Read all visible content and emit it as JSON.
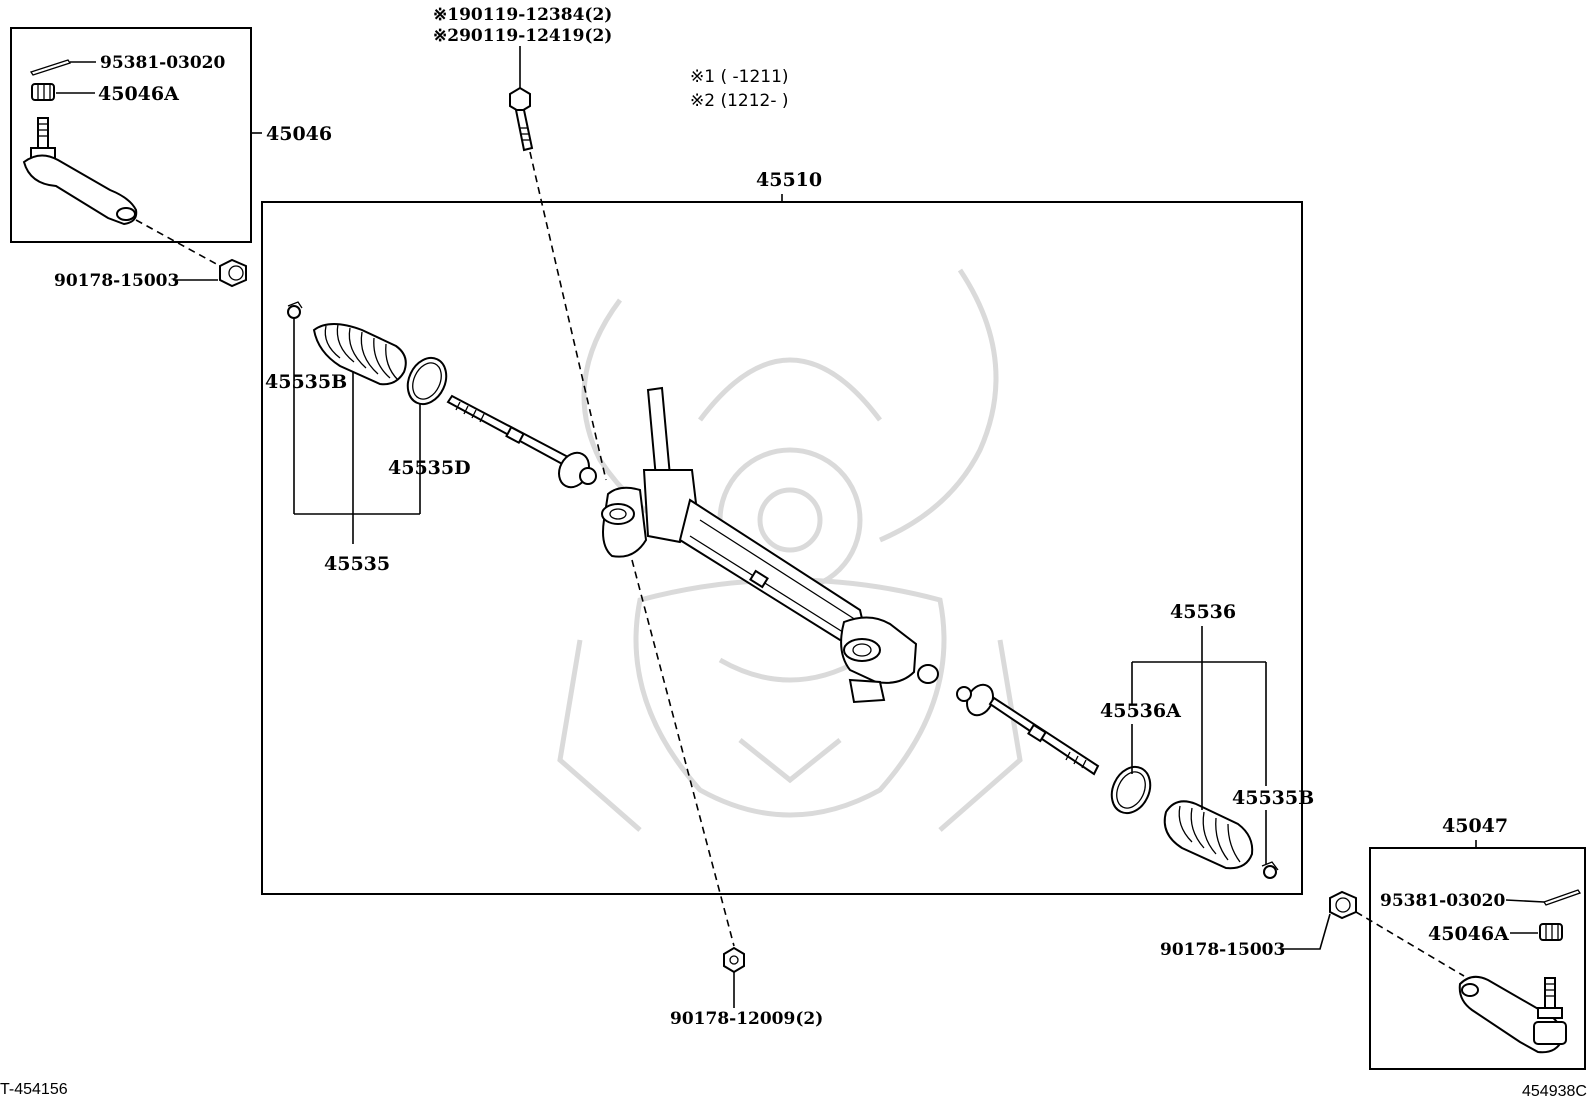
{
  "bolt_labels": {
    "variant1": "※190119-12384(2)",
    "variant2": "※290119-12419(2)"
  },
  "notes": {
    "note1": "※1 (     -1211)",
    "note2": "※2 (1212-      )"
  },
  "assembly": {
    "gear": "45510"
  },
  "left_tie_rod_end": {
    "assembly": "45046",
    "cotter_pin": "95381-03020",
    "nut": "45046A",
    "lock_nut": "90178-15003"
  },
  "left_boot": {
    "set": "45535",
    "clip": "45535B",
    "clamp": "45535D"
  },
  "right_boot": {
    "set": "45536",
    "clamp": "45536A",
    "clip": "45535B"
  },
  "bottom_nut": "90178-12009(2)",
  "right_tie_rod_end": {
    "assembly": "45047",
    "cotter_pin": "95381-03020",
    "nut": "45046A",
    "lock_nut": "90178-15003"
  },
  "corner": {
    "left": "T-454156",
    "right": "454938C"
  }
}
